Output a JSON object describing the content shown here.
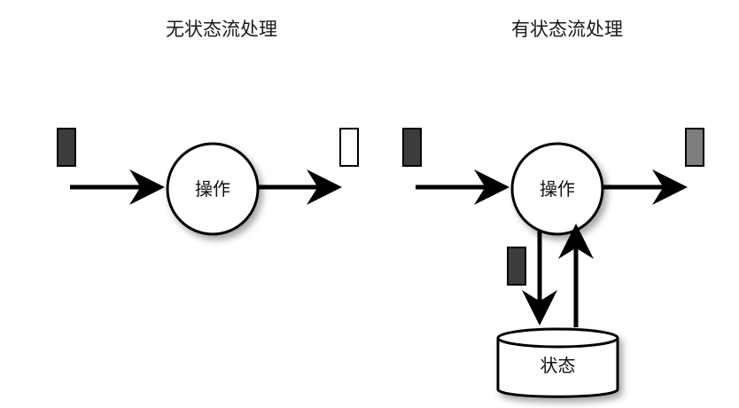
{
  "panels": {
    "stateless": {
      "title": "无状态流处理",
      "operator_label": "操作"
    },
    "stateful": {
      "title": "有状态流处理",
      "operator_label": "操作",
      "state_label": "状态"
    }
  },
  "colors": {
    "background": "#ffffff",
    "dark_event": "#3c3c3c",
    "empty_event": "#ffffff",
    "gray_event": "#7d7d7d",
    "shadow": "#bdbdbd"
  }
}
